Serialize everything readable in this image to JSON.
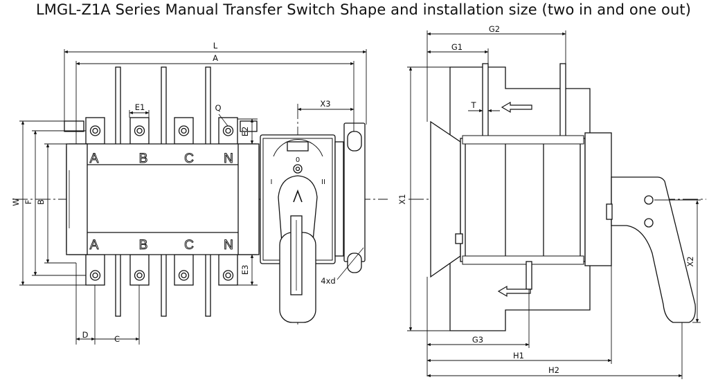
{
  "title": "LMGL-Z1A Series Manual Transfer Switch Shape and installation size (two in and one out)",
  "front_view": {
    "dims": {
      "L": "L",
      "A": "A",
      "X3": "X3",
      "E1": "E1",
      "Q": "Q",
      "E2": "E2",
      "E3": "E3",
      "W": "W",
      "F": "F",
      "B": "B",
      "D": "D",
      "C": "C",
      "hole": "4xd"
    },
    "phases_top": [
      "A",
      "B",
      "C",
      "N"
    ],
    "phases_bottom": [
      "A",
      "B",
      "C",
      "N"
    ],
    "switch_marks": {
      "pos_I": "I",
      "pos_0": "0",
      "pos_II": "II"
    }
  },
  "side_view": {
    "dims": {
      "G2": "G2",
      "G1": "G1",
      "T": "T",
      "X1": "X1",
      "X2": "X2",
      "G3": "G3",
      "H1": "H1",
      "H2": "H2"
    }
  }
}
